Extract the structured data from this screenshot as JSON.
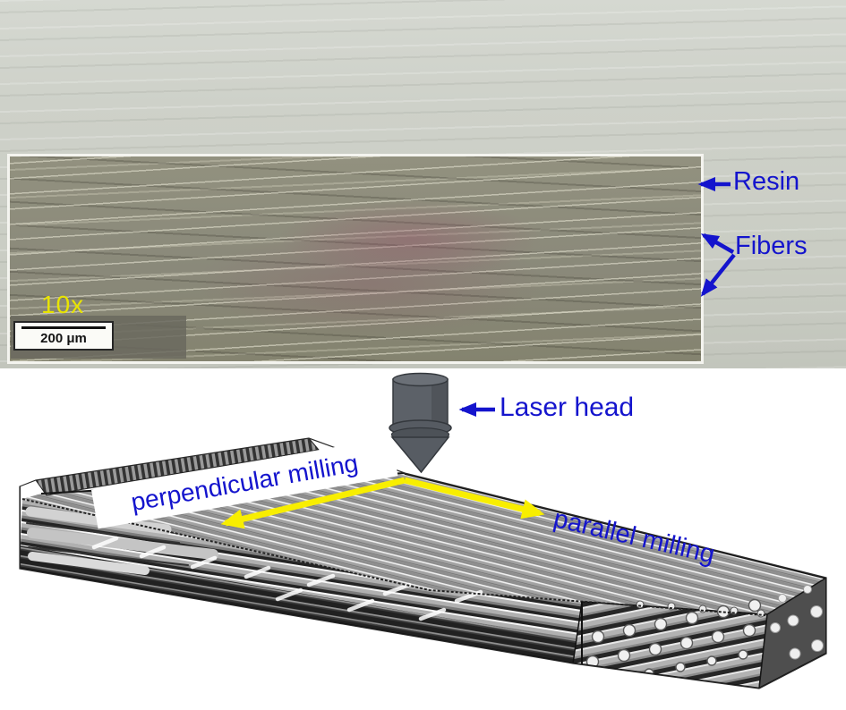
{
  "figure": {
    "micrograph": {
      "magnification": "10x",
      "scale_bar": "200 μm",
      "resin_label": "Resin",
      "fibers_label": "Fibers"
    },
    "schematic": {
      "laser_label": "Laser head",
      "perpendicular_label": "perpendicular milling",
      "parallel_label": "parallel milling"
    },
    "colors": {
      "annotation_blue": "#1414cd",
      "arrow_yellow": "#f8ee00",
      "magnification_yellow": "#e8e400",
      "laser_head_gray": "#5c6168"
    }
  }
}
